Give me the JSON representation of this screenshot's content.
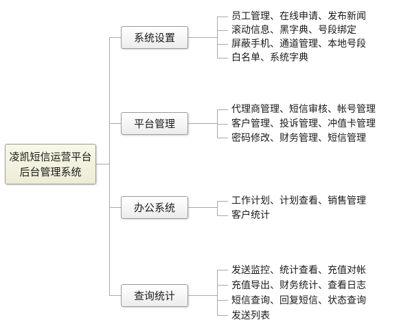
{
  "root": {
    "line1": "凌凯短信运营平台",
    "line2": "后台管理系统"
  },
  "branches": [
    {
      "label": "系统设置",
      "items": [
        "员工管理、在线申请、发布新闻",
        "滚动信息、黑字典、号段绑定",
        "屏蔽手机、通道管理、本地号段",
        "白名单、系统字典"
      ]
    },
    {
      "label": "平台管理",
      "items": [
        "代理商管理、短信审核、帐号管理",
        "客户管理、投诉管理、冲值卡管理",
        "密码修改、财务管理、短信管理"
      ]
    },
    {
      "label": "办公系统",
      "items": [
        "工作计划、计划查看、销售管理",
        "客户统计"
      ]
    },
    {
      "label": "查询统计",
      "items": [
        "发送监控、统计查看、充值对帐",
        "充值导出、财务统计、查看日志",
        "短信查询、回复短信、状态查询",
        "发送列表"
      ]
    }
  ],
  "colors": {
    "connector": "#a8a8a8",
    "root_fill": "#f3f3df",
    "branch_fill": "#f4f4f4",
    "node_border": "#9a9a9a"
  }
}
